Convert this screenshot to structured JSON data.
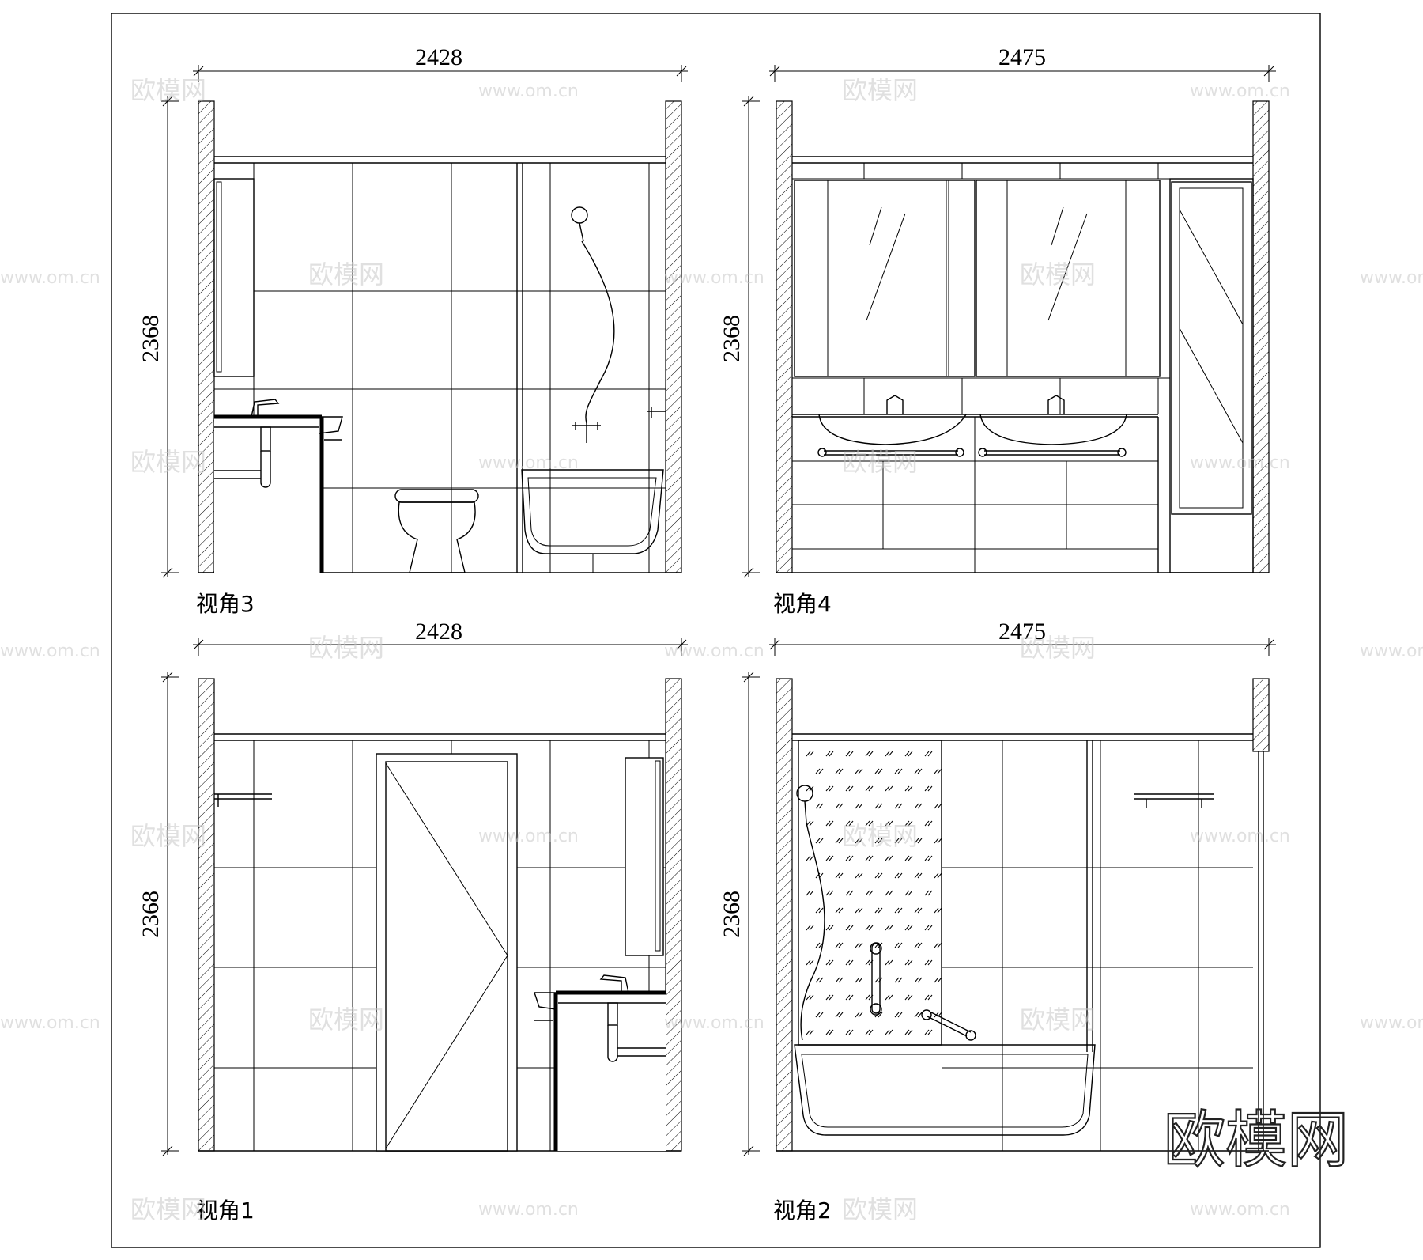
{
  "views": [
    {
      "id": "view3",
      "label": "视角3",
      "width_dim": "2428",
      "height_dim": "2368"
    },
    {
      "id": "view4",
      "label": "视角4",
      "width_dim": "2475",
      "height_dim": "2368"
    },
    {
      "id": "view1",
      "label": "视角1",
      "width_dim": "2428",
      "height_dim": "2368"
    },
    {
      "id": "view2",
      "label": "视角2",
      "width_dim": "2475",
      "height_dim": "2368"
    }
  ],
  "watermark": {
    "brand": "欧模网",
    "url": "www.om.cn"
  }
}
